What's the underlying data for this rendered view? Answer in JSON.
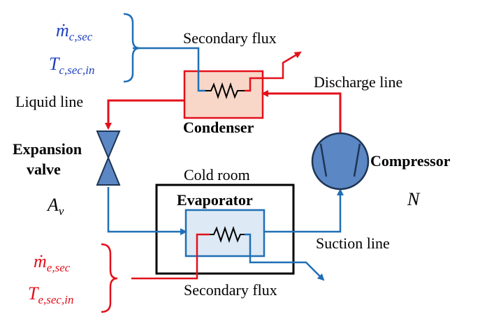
{
  "labels": {
    "secondary_flux_top": "Secondary flux",
    "secondary_flux_bottom": "Secondary flux",
    "liquid_line": "Liquid line",
    "discharge_line": "Discharge line",
    "suction_line": "Suction line",
    "condenser": "Condenser",
    "evaporator": "Evaporator",
    "cold_room": "Cold room",
    "compressor": "Compressor",
    "expansion_valve_line1": "Expansion",
    "expansion_valve_line2": "valve"
  },
  "variables": {
    "condenser_flow": {
      "base": "ṁ",
      "sub": "c,sec"
    },
    "condenser_temp": {
      "base": "T",
      "sub": "c,sec,in"
    },
    "evaporator_flow": {
      "base": "ṁ",
      "sub": "e,sec"
    },
    "evaporator_temp": {
      "base": "T",
      "sub": "e,sec,in"
    },
    "valve_area": {
      "base": "A",
      "sub": "v"
    },
    "compressor_speed": {
      "base": "N",
      "sub": ""
    }
  },
  "colors": {
    "hot_line": "#e3101a",
    "cold_line": "#1f6fb6",
    "condenser_fill": "#f8d7c9",
    "condenser_border": "#e3101a",
    "evaporator_fill": "#dde9f5",
    "evaporator_border": "#1f6fb6",
    "component_fill": "#5b87c4",
    "component_border": "#1f3554",
    "condenser_var_color": "#1f3fbf",
    "evaporator_var_color": "#e3101a"
  }
}
